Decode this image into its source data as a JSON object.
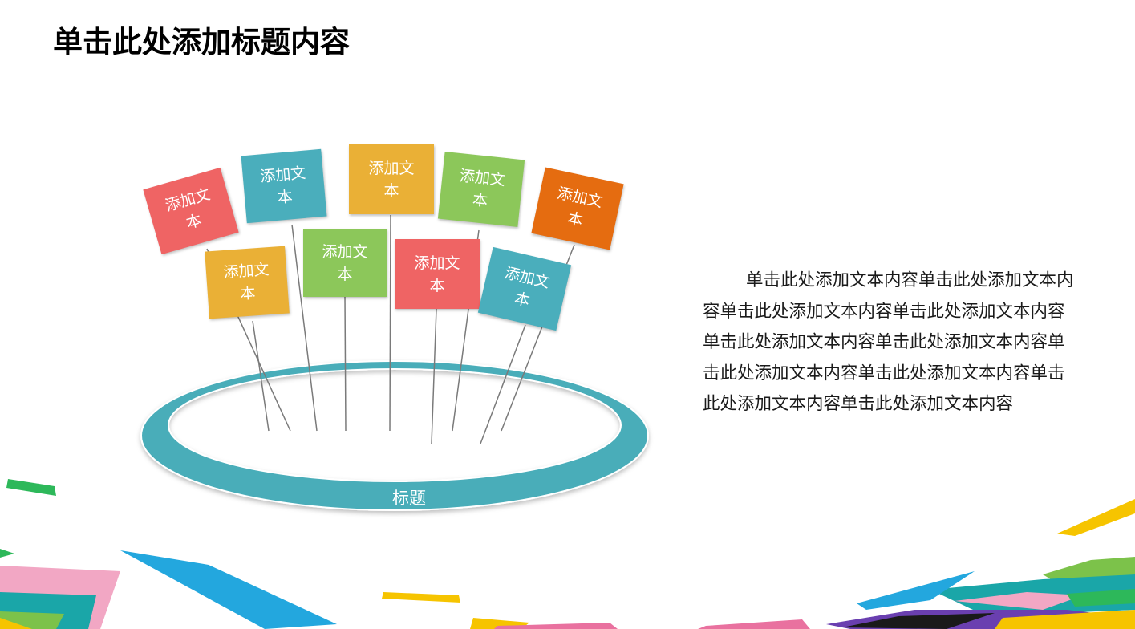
{
  "title": "单击此处添加标题内容",
  "body_text": "单击此处添加文本内容单击此处添加文本内容单击此处添加文本内容单击此处添加文本内容单击此处添加文本内容单击此处添加文本内容单击此处添加文本内容单击此处添加文本内容单击此处添加文本内容单击此处添加文本内容",
  "ring_label": "标题",
  "signs": [
    {
      "text": "添加文\n本",
      "color": "#ef6464"
    },
    {
      "text": "添加文\n本",
      "color": "#4aaebc"
    },
    {
      "text": "添加文\n本",
      "color": "#eab036"
    },
    {
      "text": "添加文\n本",
      "color": "#8cc75a"
    },
    {
      "text": "添加文\n本",
      "color": "#e56c10"
    },
    {
      "text": "添加文\n本",
      "color": "#eab036"
    },
    {
      "text": "添加文\n本",
      "color": "#8cc75a"
    },
    {
      "text": "添加文\n本",
      "color": "#ef6464"
    },
    {
      "text": "添加文\n本",
      "color": "#4aaebc"
    }
  ],
  "colors": {
    "ring": "#48adb9",
    "stick": "#7a7a7a",
    "deco_pink": "#f2a7c4",
    "deco_teal": "#1aa6a8",
    "deco_yellow": "#f6c400",
    "deco_green": "#2db85a",
    "deco_blue": "#23a7de",
    "deco_purple": "#6a3fb0"
  }
}
